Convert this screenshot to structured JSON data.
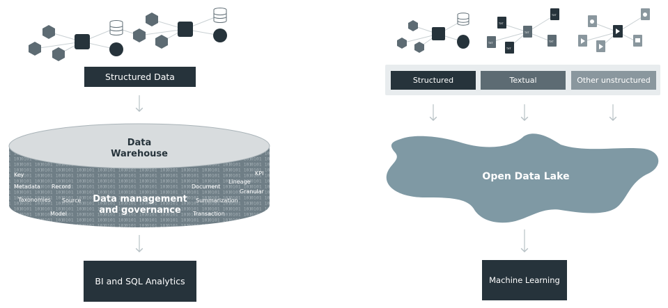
{
  "left": {
    "source_label": "Structured Data",
    "warehouse_title": [
      "Data",
      "Warehouse"
    ],
    "governance_title": [
      "Data management",
      "and governance"
    ],
    "tags_left": [
      "Key",
      "Metadata",
      "Record",
      "Taxonomies",
      "Source",
      "Model"
    ],
    "tags_right": [
      "KPI",
      "Lineage",
      "Document",
      "Granular",
      "Summarization",
      "Transaction"
    ],
    "output_label": "BI and SQL Analytics"
  },
  "right": {
    "source_labels": [
      "Structured",
      "Textual",
      "Other unstructured"
    ],
    "lake_title": "Open Data Lake",
    "output_label": "Machine Learning"
  },
  "colors": {
    "dark": "#26333b",
    "mid": "#5d6b73",
    "light": "#8a979e",
    "lake": "#7f99a4",
    "disk_top": "#d8dcde",
    "band": "#e8ecee",
    "arrow": "#b7c1c5"
  }
}
